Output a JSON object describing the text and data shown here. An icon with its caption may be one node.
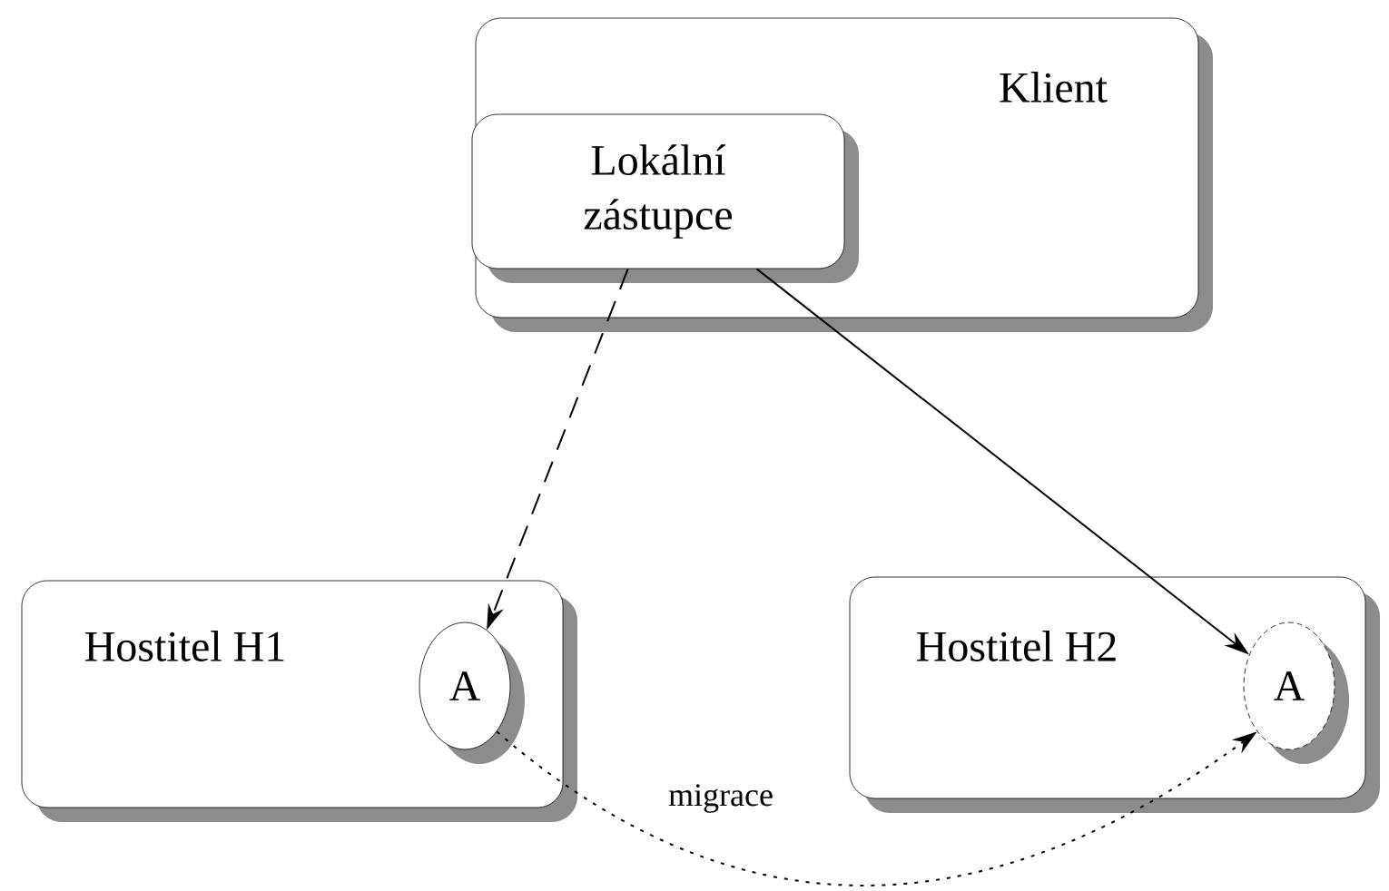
{
  "diagram": {
    "nodes": [
      {
        "text": [
          "Klient"
        ]
      },
      {
        "text": [
          "Lokální zástupce"
        ],
        "in": 0
      },
      {
        "text": [
          "Hostitel H1"
        ]
      },
      {
        "text": [
          "A"
        ],
        "in": 2
      },
      {
        "text": [
          "Hostitel H2"
        ]
      },
      {
        "text": [
          "A"
        ],
        "in": 4
      }
    ],
    "edges": [
      {
        "from": 1,
        "to": 3,
        "arrow": "to",
        "style": "dashed"
      },
      {
        "from": 1,
        "to": 5,
        "arrow": "to"
      },
      {
        "from": 3,
        "to": 5,
        "arrow": "to",
        "style": "dashed",
        "label": "migrace"
      }
    ]
  }
}
